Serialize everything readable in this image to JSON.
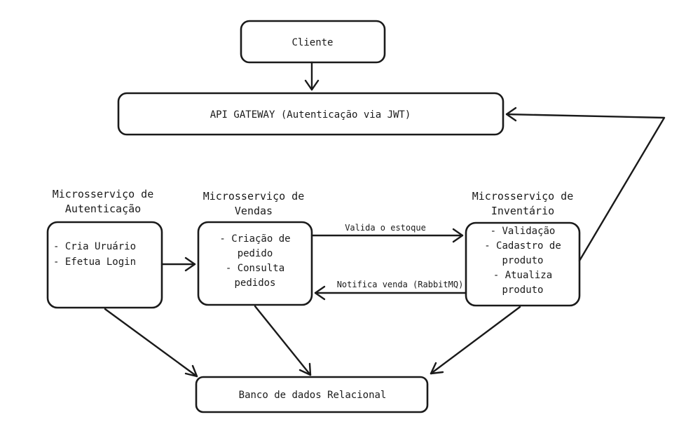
{
  "nodes": {
    "cliente": {
      "lines": [
        "Cliente"
      ]
    },
    "gateway": {
      "lines": [
        "API GATEWAY (Autenticação via JWT)"
      ]
    },
    "auth": {
      "title": [
        "Microsserviço de",
        "Autenticação"
      ],
      "lines": [
        "- Cria Uruário",
        "- Efetua Login"
      ]
    },
    "vendas": {
      "title": [
        "Microsserviço de",
        "Vendas"
      ],
      "lines": [
        "- Criação de",
        "pedido",
        "- Consulta",
        "pedidos"
      ]
    },
    "inventario": {
      "title": [
        "Microsserviço de",
        "Inventário"
      ],
      "lines": [
        "- Validação",
        "- Cadastro de",
        "produto",
        "- Atualiza",
        "produto"
      ]
    },
    "banco": {
      "lines": [
        "Banco de dados Relacional"
      ]
    }
  },
  "edges": {
    "valida": "Valida o estoque",
    "notifica": "Notifica venda (RabbitMQ)"
  }
}
